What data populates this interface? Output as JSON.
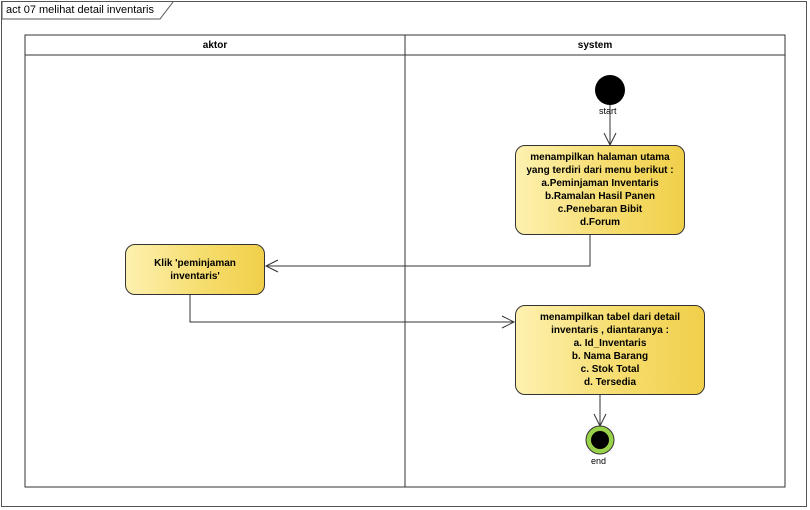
{
  "frame": {
    "title": "act 07 melihat detail inventaris"
  },
  "lanes": [
    {
      "name": "aktor"
    },
    {
      "name": "system"
    }
  ],
  "nodes": {
    "start": {
      "label": "start"
    },
    "end": {
      "label": "end"
    },
    "show_main_menu": {
      "lines": [
        "menampilkan halaman utama",
        "yang terdiri dari menu berikut :",
        "a.Peminjaman Inventaris",
        "b.Ramalan Hasil Panen",
        "c.Penebaran Bibit",
        "d.Forum"
      ]
    },
    "click_peminjaman": {
      "lines": [
        "Klik 'peminjaman",
        "inventaris'"
      ]
    },
    "show_detail_table": {
      "lines": [
        "menampilkan tabel dari detail",
        "inventaris , diantaranya :",
        "a. Id_Inventaris",
        "b. Nama Barang",
        "c.  Stok Total",
        "d. Tersedia"
      ]
    }
  },
  "colors": {
    "action_fill_light": "#fdf1b0",
    "action_fill_dark": "#f0cf4a",
    "end_ring": "#9ad14b",
    "line": "#333333"
  }
}
